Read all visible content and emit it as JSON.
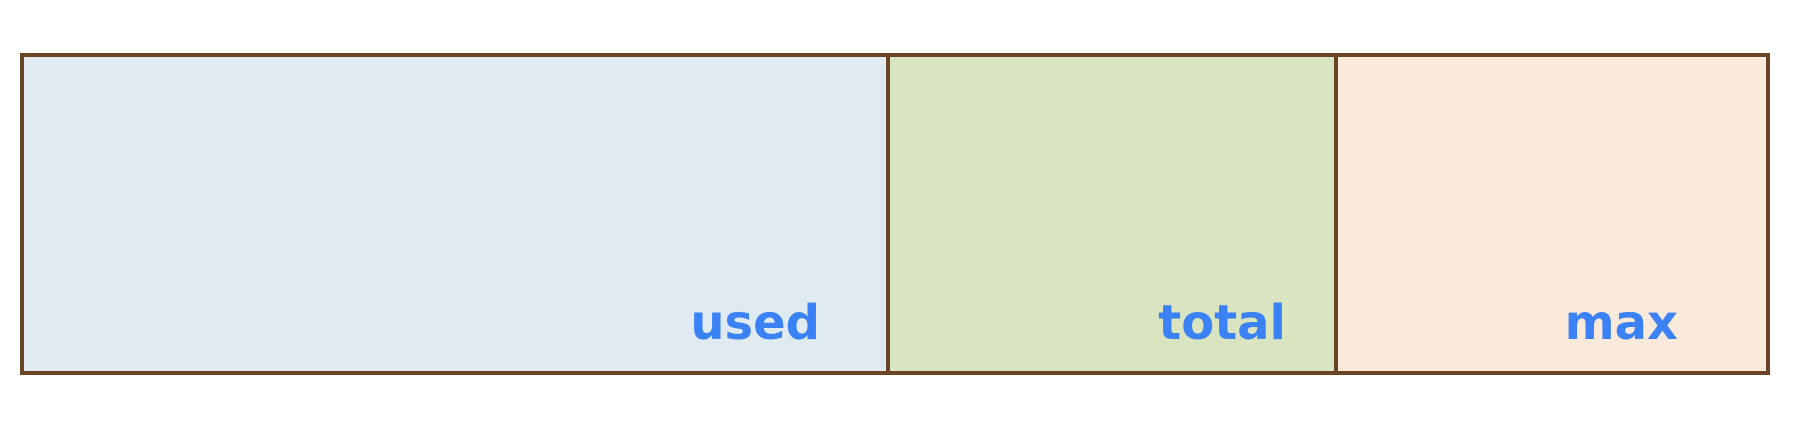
{
  "segments": [
    {
      "id": "used",
      "label": "used",
      "color": "#dfeaf1"
    },
    {
      "id": "total",
      "label": "total",
      "color": "#d9e4c0"
    },
    {
      "id": "max",
      "label": "max",
      "color": "#fbe9dc"
    }
  ],
  "label_color": "#3b82f6",
  "border_color": "#6b4423"
}
